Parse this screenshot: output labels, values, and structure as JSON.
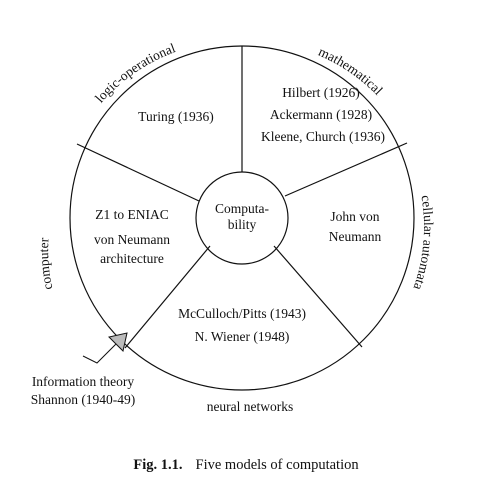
{
  "center": {
    "line1": "Computa-",
    "line2": "bility"
  },
  "sectors": {
    "logic": {
      "outer_label": "logic-operational",
      "lines": [
        "Turing (1936)"
      ]
    },
    "math": {
      "outer_label": "mathematical",
      "lines": [
        "Hilbert (1926)",
        "Ackermann (1928)",
        "Kleene, Church (1936)"
      ]
    },
    "cellular": {
      "outer_label": "cellular automata",
      "lines": [
        "John von",
        "Neumann"
      ]
    },
    "neural": {
      "outer_label": "neural networks",
      "lines": [
        "McCulloch/Pitts (1943)",
        "N. Wiener (1948)"
      ]
    },
    "computer": {
      "outer_label": "computer",
      "lines": [
        "Z1 to ENIAC",
        "von Neumann",
        "architecture"
      ]
    }
  },
  "annotation": {
    "line1": "Information theory",
    "line2": "Shannon (1940-49)",
    "arrow_icon": "arrow-icon"
  },
  "caption": {
    "label": "Fig. 1.1.",
    "text": "Five models of computation"
  },
  "colors": {
    "stroke": "#111111",
    "arrow_fill": "#bbbbbb"
  }
}
